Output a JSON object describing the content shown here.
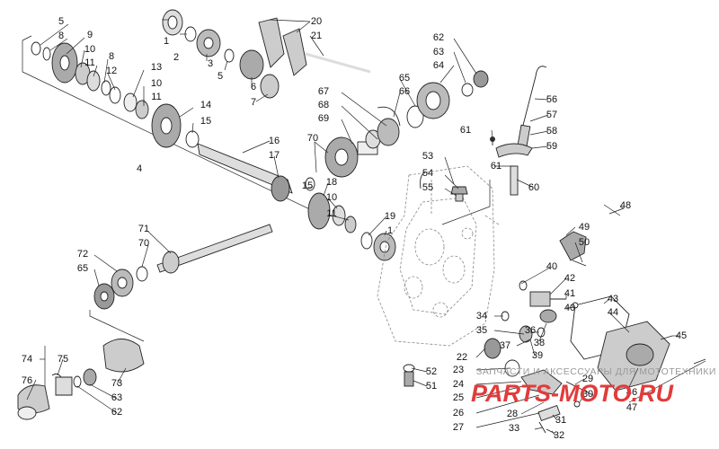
{
  "diagram": {
    "labels": [
      "1",
      "2",
      "3",
      "4",
      "5",
      "6",
      "7",
      "8",
      "9",
      "10",
      "11",
      "12",
      "13",
      "14",
      "15",
      "16",
      "17",
      "18",
      "19",
      "20",
      "21",
      "22",
      "23",
      "24",
      "25",
      "26",
      "27",
      "28",
      "29",
      "30",
      "31",
      "32",
      "33",
      "34",
      "35",
      "36",
      "37",
      "38",
      "39",
      "40",
      "41",
      "42",
      "43",
      "44",
      "45",
      "46",
      "47",
      "48",
      "49",
      "50",
      "51",
      "52",
      "53",
      "54",
      "55",
      "56",
      "57",
      "58",
      "59",
      "60",
      "61",
      "62",
      "63",
      "64",
      "65",
      "66",
      "67",
      "68",
      "69",
      "70",
      "71",
      "72",
      "73",
      "74",
      "75",
      "76"
    ]
  },
  "watermark": {
    "top_text": "ЗАПЧАСТИ И АКСЕССУАРЫ ДЛЯ МОТОТЕХНИКИ",
    "brand_text": "PARTS-MOTO.RU"
  },
  "colors": {
    "ink": "#222222",
    "watermark_gray": "#9a9a9a",
    "watermark_red": "#e23b3b"
  }
}
